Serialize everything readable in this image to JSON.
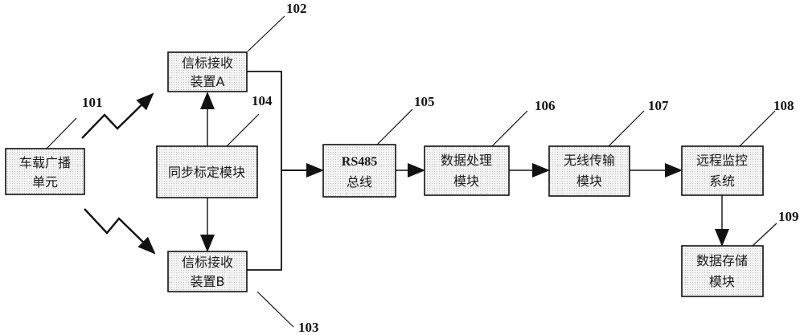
{
  "diagram": {
    "type": "block-diagram",
    "nodes": [
      {
        "id": "101",
        "lines": [
          "车载广播",
          "单元"
        ],
        "ref": "101"
      },
      {
        "id": "102",
        "lines": [
          "信标接收",
          "装置A"
        ],
        "ref": "102"
      },
      {
        "id": "103",
        "lines": [
          "信标接收",
          "装置B"
        ],
        "ref": "103"
      },
      {
        "id": "104",
        "lines": [
          "同步标定模块"
        ],
        "ref": "104"
      },
      {
        "id": "105",
        "lines": [
          "RS485",
          "总线"
        ],
        "ref": "105"
      },
      {
        "id": "106",
        "lines": [
          "数据处理",
          "模块"
        ],
        "ref": "106"
      },
      {
        "id": "107",
        "lines": [
          "无线传输",
          "模块"
        ],
        "ref": "107"
      },
      {
        "id": "108",
        "lines": [
          "远程监控",
          "系统"
        ],
        "ref": "108"
      },
      {
        "id": "109",
        "lines": [
          "数据存储",
          "模块"
        ],
        "ref": "109"
      }
    ],
    "edges": [
      {
        "from": "101",
        "to": "102",
        "style": "wireless"
      },
      {
        "from": "101",
        "to": "103",
        "style": "wireless"
      },
      {
        "from": "104",
        "to": "102",
        "style": "arrow"
      },
      {
        "from": "104",
        "to": "103",
        "style": "arrow"
      },
      {
        "from": "102",
        "to": "105",
        "style": "bus-merge"
      },
      {
        "from": "103",
        "to": "105",
        "style": "bus-merge"
      },
      {
        "from": "105",
        "to": "106",
        "style": "arrow"
      },
      {
        "from": "106",
        "to": "107",
        "style": "arrow"
      },
      {
        "from": "107",
        "to": "108",
        "style": "arrow"
      },
      {
        "from": "108",
        "to": "109",
        "style": "arrow"
      }
    ]
  }
}
